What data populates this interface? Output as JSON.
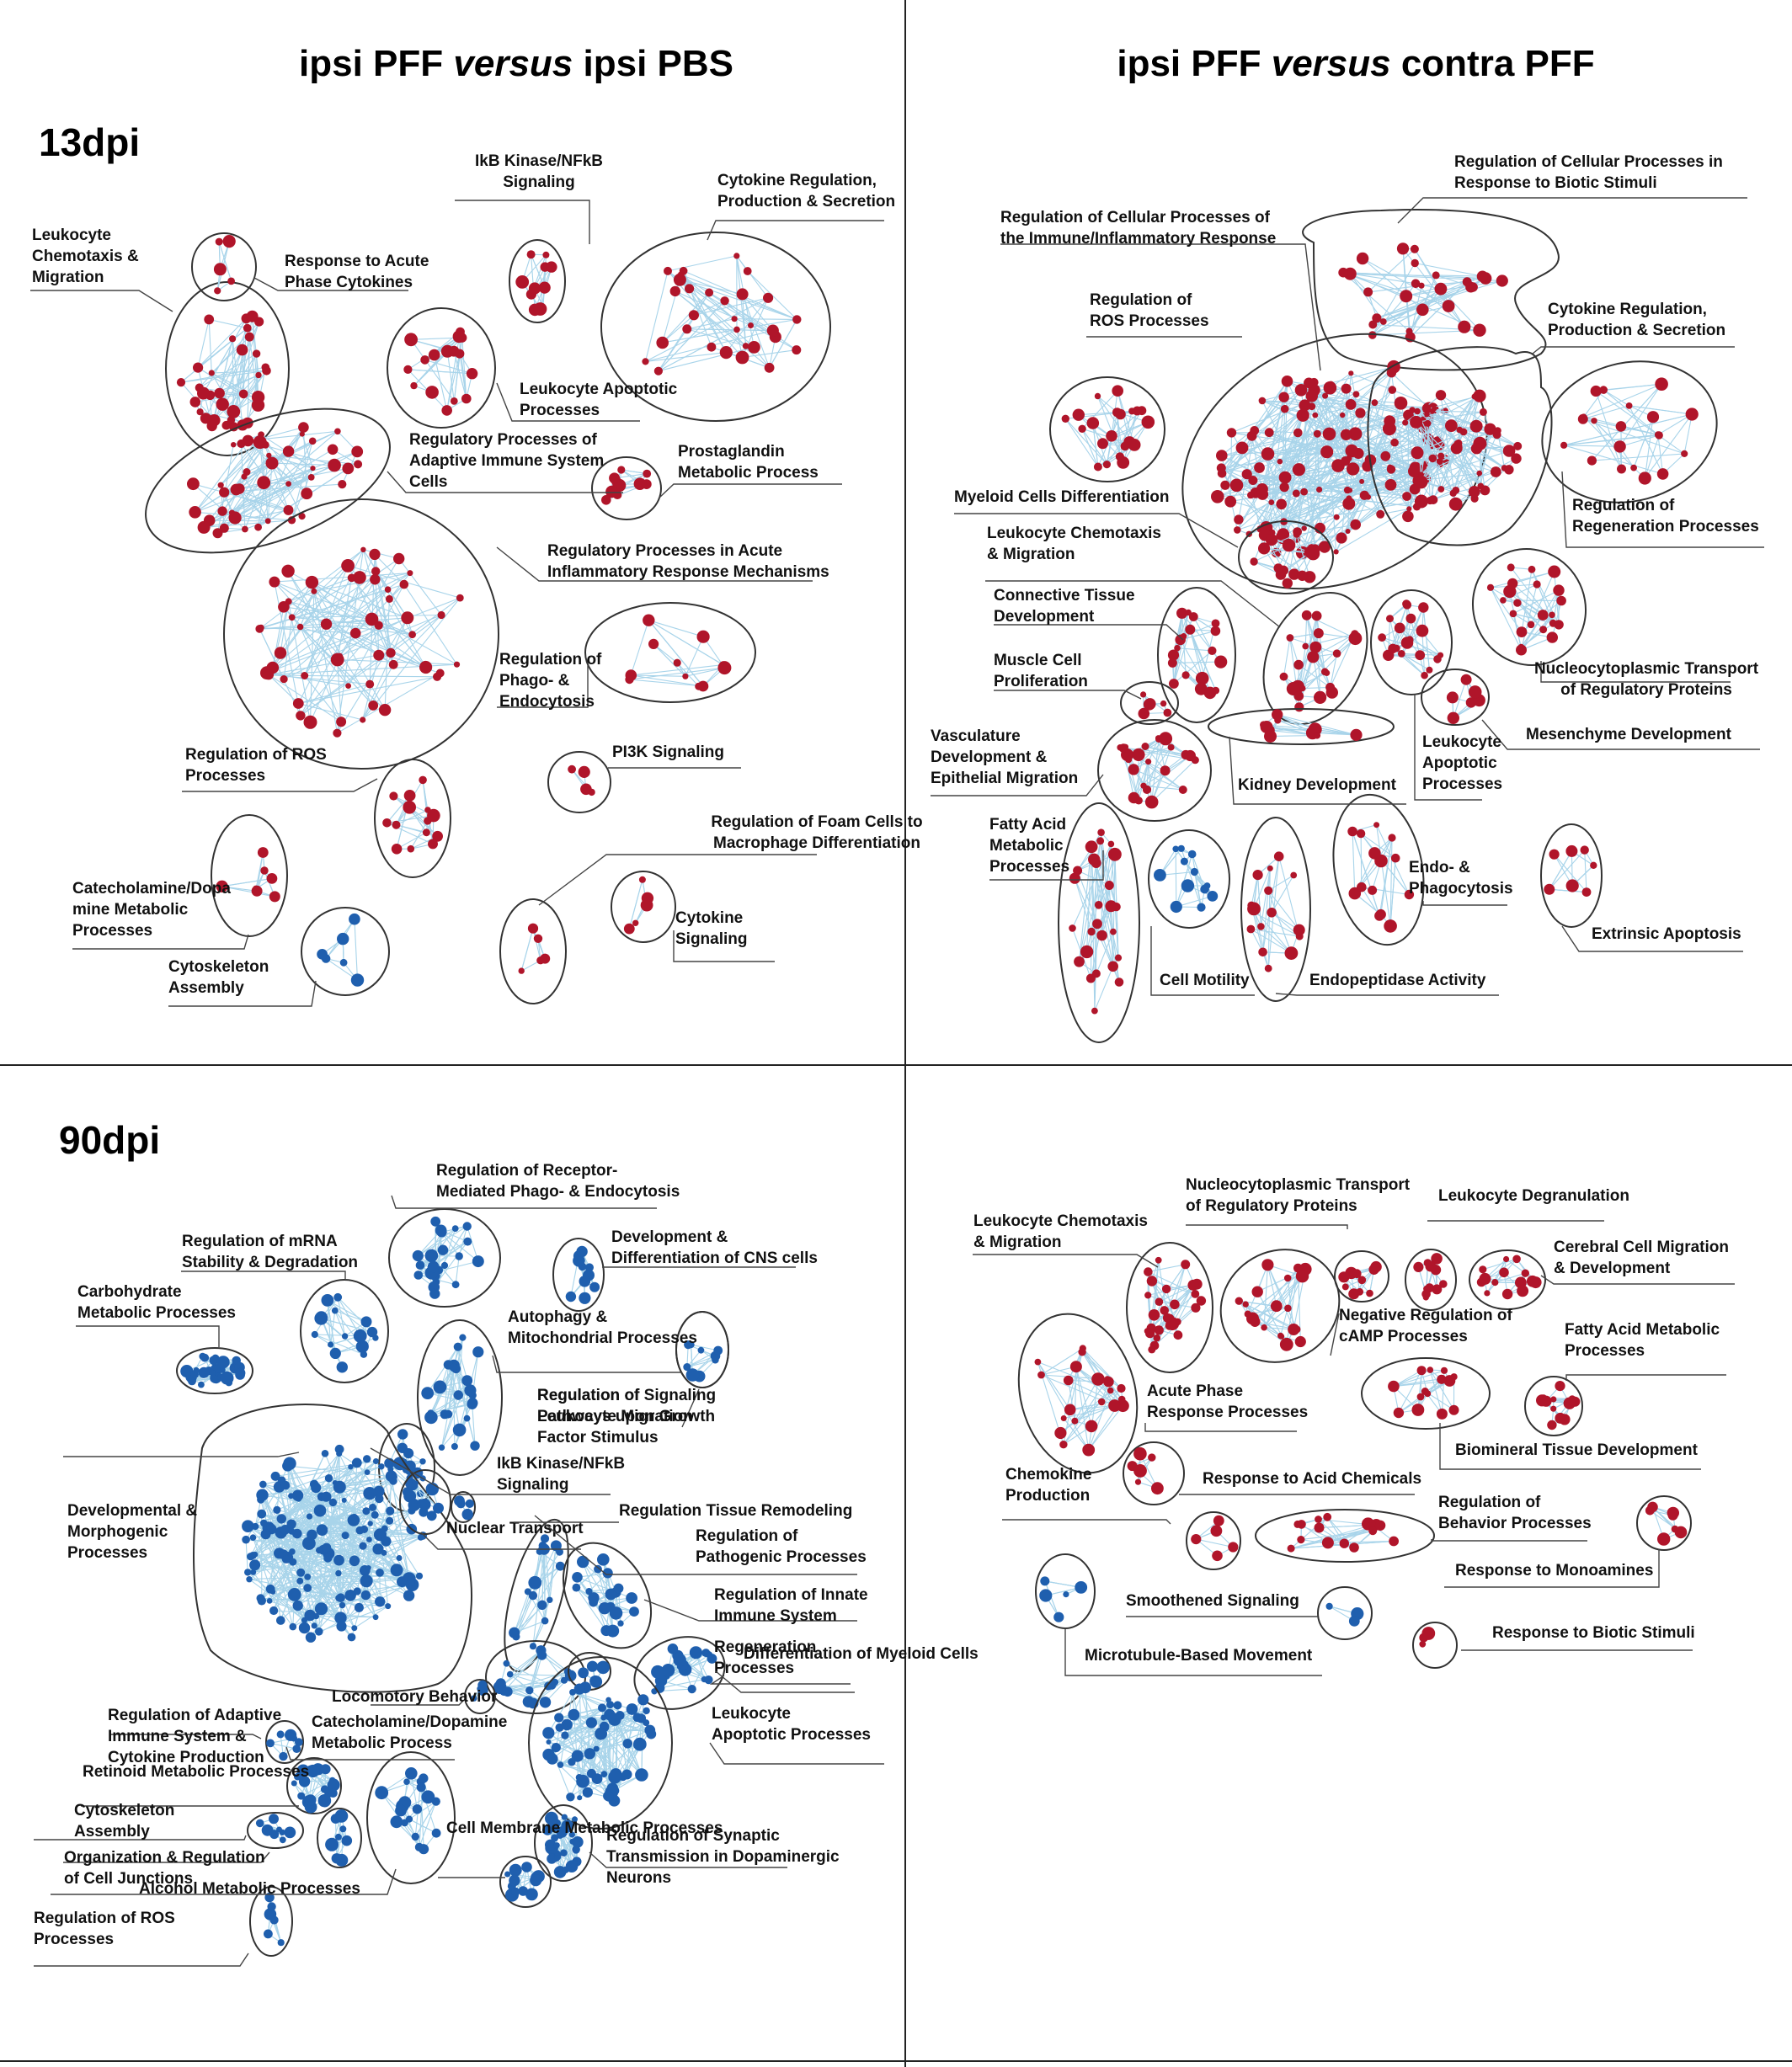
{
  "colors": {
    "upregulated_node": "#b0152a",
    "downregulated_node": "#1f5fae",
    "edge": "#a8d4ea",
    "boundary": "#333333"
  },
  "panels": {
    "top_left": {
      "title_a": "ipsi PFF ",
      "title_versus": "versus",
      "title_b": " ipsi PBS",
      "timepoint": "13dpi",
      "clusters": [
        {
          "id": "tl1",
          "lines": [
            "Leukocyte",
            "Chemotaxis &",
            "Migration"
          ],
          "color": "red"
        },
        {
          "id": "tl2",
          "lines": [
            "Response to Acute",
            "Phase Cytokines"
          ],
          "color": "red"
        },
        {
          "id": "tl3",
          "lines": [
            "IkB Kinase/NFkB",
            "Signaling"
          ],
          "color": "red"
        },
        {
          "id": "tl4",
          "lines": [
            "Cytokine Regulation,",
            "Production & Secretion"
          ],
          "color": "red"
        },
        {
          "id": "tl5",
          "lines": [
            "Leukocyte Apoptotic",
            "Processes"
          ],
          "color": "red"
        },
        {
          "id": "tl6",
          "lines": [
            "Regulatory Processes of",
            "Adaptive Immune System",
            "Cells"
          ],
          "color": "red"
        },
        {
          "id": "tl7",
          "lines": [
            "Prostaglandin",
            "Metabolic Process"
          ],
          "color": "red"
        },
        {
          "id": "tl8",
          "lines": [
            "Regulatory Processes in Acute",
            "Inflammatory Response Mechanisms"
          ],
          "color": "red"
        },
        {
          "id": "tl9",
          "lines": [
            "Regulation of",
            "Phago- &",
            "Endocytosis"
          ],
          "color": "red"
        },
        {
          "id": "tl10",
          "lines": [
            "Regulation of ROS",
            "Processes"
          ],
          "color": "red"
        },
        {
          "id": "tl11",
          "lines": [
            "PI3K Signaling"
          ],
          "color": "red"
        },
        {
          "id": "tl12",
          "lines": [
            "Regulation of Foam Cells to",
            "Macrophage Differentiation"
          ],
          "color": "red"
        },
        {
          "id": "tl13",
          "lines": [
            "Catecholamine/Dopa",
            "mine Metabolic",
            "Processes"
          ],
          "color": "red"
        },
        {
          "id": "tl14",
          "lines": [
            "Cytokine",
            "Signaling"
          ],
          "color": "red"
        },
        {
          "id": "tl15",
          "lines": [
            "Cytoskeleton",
            "Assembly"
          ],
          "color": "blue"
        }
      ]
    },
    "top_right": {
      "title_a": "ipsi PFF ",
      "title_versus": "versus",
      "title_b": " contra PFF",
      "clusters": [
        {
          "id": "tr1",
          "lines": [
            "Regulation of Cellular Processes in",
            "Response to Biotic Stimuli"
          ],
          "color": "red"
        },
        {
          "id": "tr2",
          "lines": [
            "Regulation of Cellular Processes of",
            "the Immune/Inflammatory  Response"
          ],
          "color": "red"
        },
        {
          "id": "tr3",
          "lines": [
            "Cytokine Regulation,",
            "Production  & Secretion"
          ],
          "color": "red"
        },
        {
          "id": "tr4",
          "lines": [
            "Regulation of",
            "ROS Processes"
          ],
          "color": "red"
        },
        {
          "id": "tr5",
          "lines": [
            "Regulation of",
            "Regeneration Processes"
          ],
          "color": "red"
        },
        {
          "id": "tr6",
          "lines": [
            "Myeloid Cells Differentiation"
          ],
          "color": "red"
        },
        {
          "id": "tr7",
          "lines": [
            "Leukocyte Chemotaxis",
            "& Migration"
          ],
          "color": "red"
        },
        {
          "id": "tr8",
          "lines": [
            "Connective Tissue",
            "Development"
          ],
          "color": "red"
        },
        {
          "id": "tr9",
          "lines": [
            "Nucleocytoplasmic Transport",
            "of Regulatory Proteins"
          ],
          "color": "red"
        },
        {
          "id": "tr10",
          "lines": [
            "Muscle Cell",
            "Proliferation"
          ],
          "color": "red"
        },
        {
          "id": "tr11",
          "lines": [
            "Mesenchyme Development"
          ],
          "color": "red"
        },
        {
          "id": "tr12",
          "lines": [
            "Vasculature",
            "Development &",
            "Epithelial Migration"
          ],
          "color": "red"
        },
        {
          "id": "tr13",
          "lines": [
            "Kidney Development"
          ],
          "color": "red"
        },
        {
          "id": "tr14",
          "lines": [
            "Leukocyte",
            "Apoptotic",
            "Processes"
          ],
          "color": "red"
        },
        {
          "id": "tr15",
          "lines": [
            "Fatty Acid",
            "Metabolic",
            "Processes"
          ],
          "color": "red"
        },
        {
          "id": "tr16",
          "lines": [
            "Endo- &",
            "Phagocytosis"
          ],
          "color": "red"
        },
        {
          "id": "tr17",
          "lines": [
            "Extrinsic Apoptosis"
          ],
          "color": "red"
        },
        {
          "id": "tr18",
          "lines": [
            "Cell Motility"
          ],
          "color": "blue"
        },
        {
          "id": "tr19",
          "lines": [
            "Endopeptidase Activity"
          ],
          "color": "red"
        }
      ]
    },
    "bottom_left": {
      "timepoint": "90dpi",
      "clusters": [
        {
          "id": "bl1",
          "lines": [
            "Regulation of Receptor-",
            "Mediated Phago- & Endocytosis"
          ],
          "color": "blue"
        },
        {
          "id": "bl2",
          "lines": [
            "Regulation of mRNA",
            "Stability & Degradation"
          ],
          "color": "blue"
        },
        {
          "id": "bl3",
          "lines": [
            "Development &",
            "Differentiation of CNS cells"
          ],
          "color": "blue"
        },
        {
          "id": "bl4",
          "lines": [
            "Carbohydrate",
            "Metabolic Processes"
          ],
          "color": "blue"
        },
        {
          "id": "bl5",
          "lines": [
            "Autophagy &",
            "Mitochondrial Processes"
          ],
          "color": "blue"
        },
        {
          "id": "bl6",
          "lines": [
            "Regulation of Signaling",
            "Pathways upon Growth",
            "Factor Stimulus"
          ],
          "color": "blue"
        },
        {
          "id": "bl7",
          "lines": [
            "Regulation of",
            "Leukocyte Migration"
          ],
          "color": "blue"
        },
        {
          "id": "bl8",
          "lines": [
            "IkB Kinase/NFkB",
            "Signaling"
          ],
          "color": "blue"
        },
        {
          "id": "bl9",
          "lines": [
            "Developmental &",
            "Morphogenic",
            "Processes"
          ],
          "color": "blue"
        },
        {
          "id": "bl10",
          "lines": [
            "Nuclear Transport"
          ],
          "color": "blue"
        },
        {
          "id": "bl11",
          "lines": [
            "Regulation Tissue Remodeling"
          ],
          "color": "blue"
        },
        {
          "id": "bl12",
          "lines": [
            "Regulation of",
            "Pathogenic Processes"
          ],
          "color": "blue"
        },
        {
          "id": "bl13",
          "lines": [
            "Regulation of Innate",
            "Immune System"
          ],
          "color": "blue"
        },
        {
          "id": "bl14",
          "lines": [
            "Regeneration",
            "Processes"
          ],
          "color": "blue"
        },
        {
          "id": "bl15",
          "lines": [
            "Differentiation of Myeloid Cells"
          ],
          "color": "blue"
        },
        {
          "id": "bl16",
          "lines": [
            "Locomotory Behavior"
          ],
          "color": "blue"
        },
        {
          "id": "bl17",
          "lines": [
            "Leukocyte",
            "Apoptotic Processes"
          ],
          "color": "blue"
        },
        {
          "id": "bl18",
          "lines": [
            "Regulation of Adaptive",
            "Immune System &",
            "Cytokine Production"
          ],
          "color": "blue"
        },
        {
          "id": "bl19",
          "lines": [
            "Catecholamine/Dopamine",
            "Metabolic Process"
          ],
          "color": "blue"
        },
        {
          "id": "bl20",
          "lines": [
            "Retinoid Metabolic Processes"
          ],
          "color": "blue"
        },
        {
          "id": "bl21",
          "lines": [
            "Cytoskeleton",
            "Assembly"
          ],
          "color": "blue"
        },
        {
          "id": "bl22",
          "lines": [
            "Organization & Regulation",
            "of Cell Junctions"
          ],
          "color": "blue"
        },
        {
          "id": "bl23",
          "lines": [
            "Alcohol Metabolic Processes"
          ],
          "color": "blue"
        },
        {
          "id": "bl24",
          "lines": [
            "Cell Membrane Metabolic Processes"
          ],
          "color": "blue"
        },
        {
          "id": "bl25",
          "lines": [
            "Regulation of Synaptic",
            "Transmission in Dopaminergic",
            "Neurons"
          ],
          "color": "blue"
        },
        {
          "id": "bl26",
          "lines": [
            "Regulation of ROS",
            "Processes"
          ],
          "color": "blue"
        }
      ]
    },
    "bottom_right": {
      "clusters": [
        {
          "id": "br1",
          "lines": [
            "Nucleocytoplasmic Transport",
            "of Regulatory Proteins"
          ],
          "color": "red"
        },
        {
          "id": "br2",
          "lines": [
            "Leukocyte Degranulation"
          ],
          "color": "red"
        },
        {
          "id": "br3",
          "lines": [
            "Leukocyte Chemotaxis",
            "& Migration"
          ],
          "color": "red"
        },
        {
          "id": "br4",
          "lines": [
            "Cerebral Cell Migration",
            "& Development"
          ],
          "color": "red"
        },
        {
          "id": "br5",
          "lines": [
            "Negative Regulation of",
            "cAMP Processes"
          ],
          "color": "red"
        },
        {
          "id": "br6",
          "lines": [
            "Fatty Acid Metabolic",
            "Processes"
          ],
          "color": "red"
        },
        {
          "id": "br7",
          "lines": [
            "Acute Phase",
            "Response Processes"
          ],
          "color": "red"
        },
        {
          "id": "br8",
          "lines": [
            "Biomineral Tissue Development"
          ],
          "color": "red"
        },
        {
          "id": "br9",
          "lines": [
            "Chemokine",
            "Production"
          ],
          "color": "red"
        },
        {
          "id": "br10",
          "lines": [
            "Response to Acid Chemicals"
          ],
          "color": "red"
        },
        {
          "id": "br11",
          "lines": [
            "Regulation of",
            "Behavior Processes"
          ],
          "color": "red"
        },
        {
          "id": "br12",
          "lines": [
            "Response to Monoamines"
          ],
          "color": "red"
        },
        {
          "id": "br13",
          "lines": [
            "Smoothened Signaling"
          ],
          "color": "blue"
        },
        {
          "id": "br14",
          "lines": [
            "Response to Biotic Stimuli"
          ],
          "color": "red"
        },
        {
          "id": "br15",
          "lines": [
            "Microtubule-Based  Movement"
          ],
          "color": "blue"
        }
      ]
    }
  }
}
